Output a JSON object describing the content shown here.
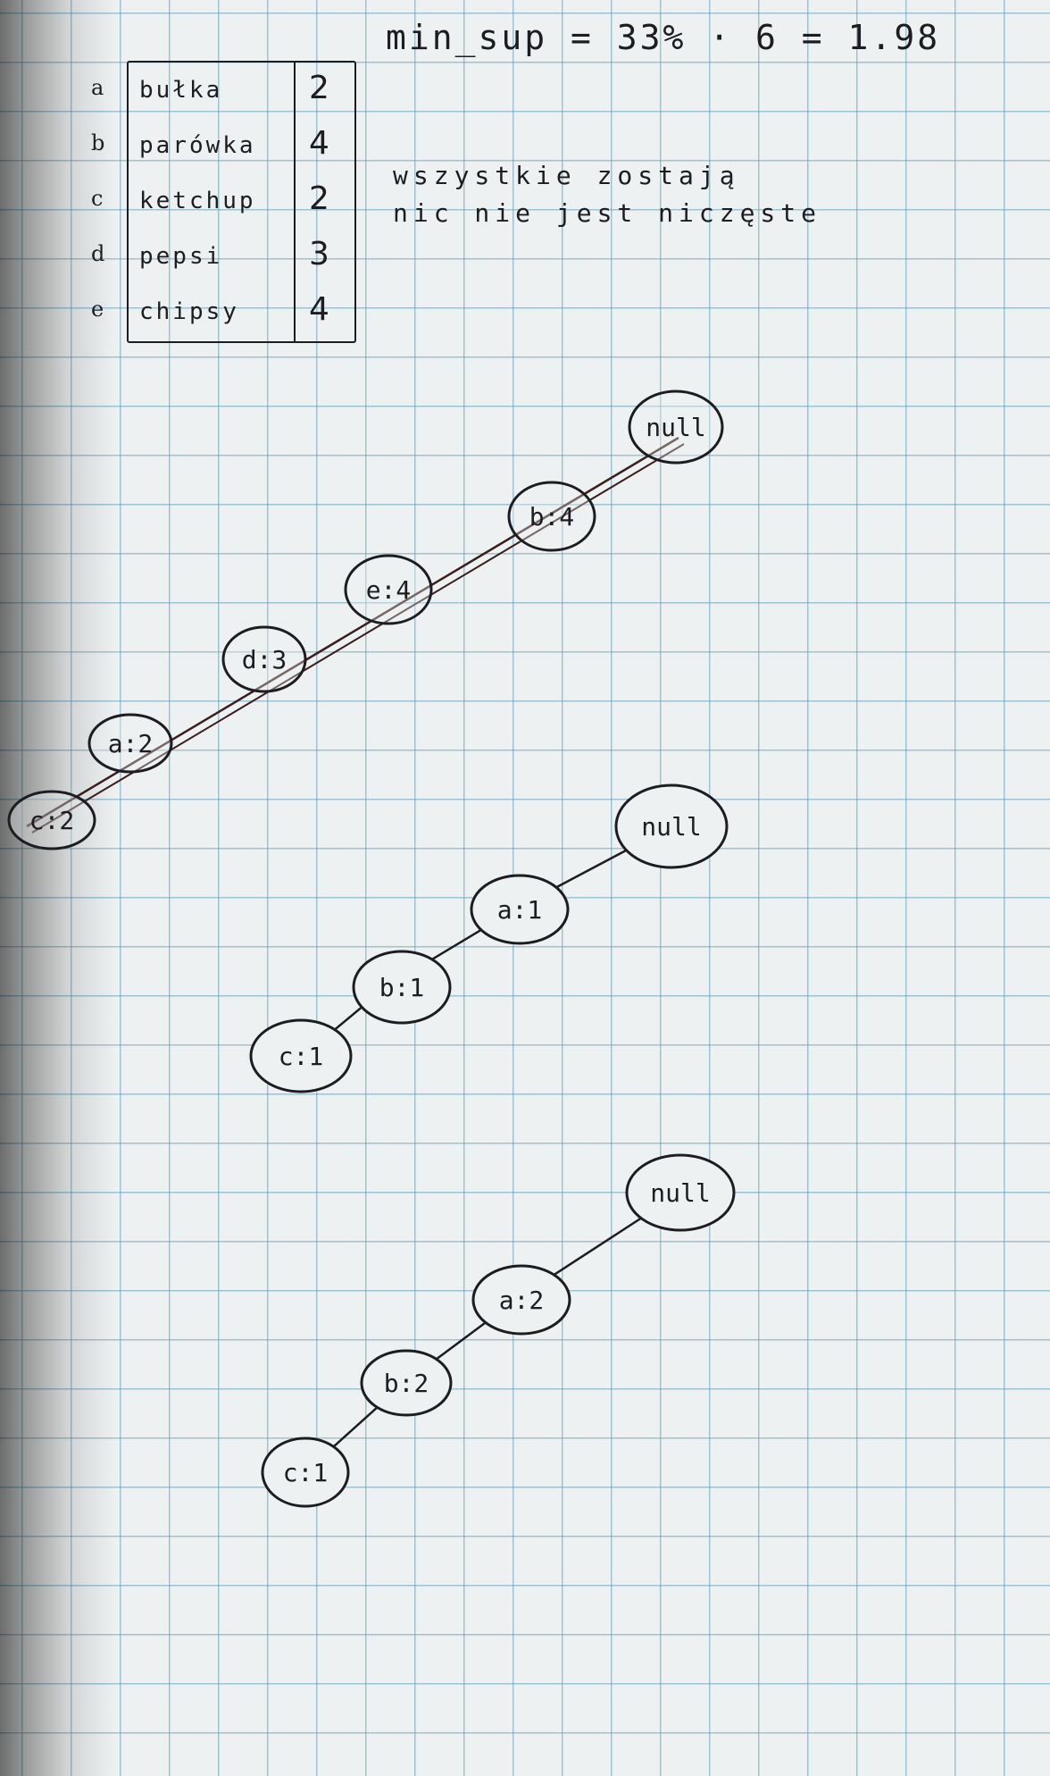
{
  "formula": "min_sup = 33% · 6 = 1.98",
  "note": [
    "wszystkie zostają",
    "nic nie jest niczęste"
  ],
  "items": [
    {
      "letter": "a",
      "name": "bułka",
      "count": "2"
    },
    {
      "letter": "b",
      "name": "parówka",
      "count": "4"
    },
    {
      "letter": "c",
      "name": "ketchup",
      "count": "2"
    },
    {
      "letter": "d",
      "name": "pepsi",
      "count": "3"
    },
    {
      "letter": "e",
      "name": "chipsy",
      "count": "4"
    }
  ],
  "trees": [
    {
      "nodes": [
        {
          "label": "null"
        },
        {
          "label": "b:4"
        },
        {
          "label": "e:4"
        },
        {
          "label": "d:3"
        },
        {
          "label": "a:2"
        },
        {
          "label": "c:2"
        }
      ]
    },
    {
      "nodes": [
        {
          "label": "null"
        },
        {
          "label": "a:1"
        },
        {
          "label": "b:1"
        },
        {
          "label": "c:1"
        }
      ]
    },
    {
      "nodes": [
        {
          "label": "null"
        },
        {
          "label": "a:2"
        },
        {
          "label": "b:2"
        },
        {
          "label": "c:1"
        }
      ]
    }
  ]
}
